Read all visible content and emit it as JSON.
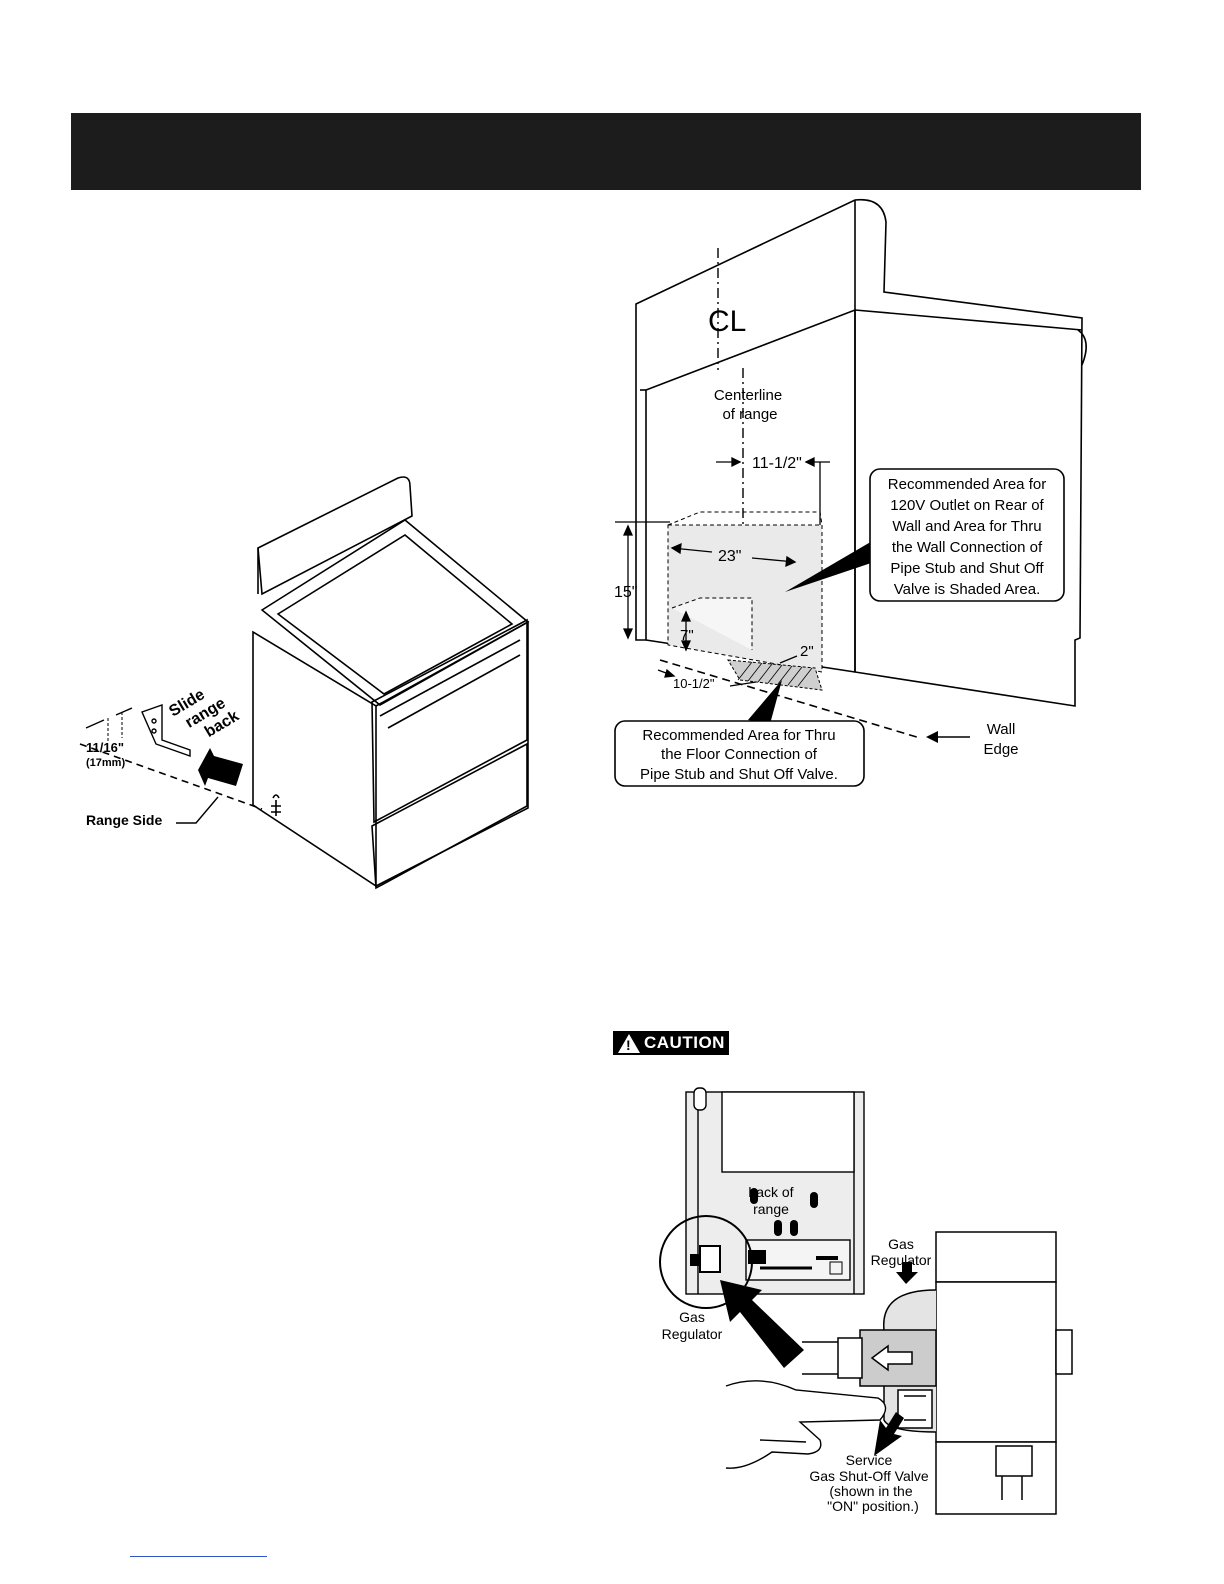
{
  "fig_range_side": {
    "dimension": "11/16\"",
    "dimension_metric": "(17mm)",
    "slide_line1": "Slide",
    "slide_line2": "range",
    "slide_line3": "back",
    "range_side": "Range Side"
  },
  "fig_outlet_area": {
    "centerline_symbol": "CL",
    "centerline_line1": "Centerline",
    "centerline_line2": "of range",
    "dim_11_5": "11-1/2\"",
    "dim_23": "23\"",
    "dim_15": "15\"",
    "dim_7": "7\"",
    "dim_2": "2\"",
    "dim_10_5": "10-1/2\"",
    "wall_callout": [
      "Recommended Area for",
      "120V Outlet on Rear of",
      "Wall and Area for Thru",
      "the Wall Connection of",
      "Pipe Stub and Shut Off",
      "Valve is Shaded Area."
    ],
    "floor_callout": [
      "Recommended Area for Thru",
      "the Floor Connection of",
      "Pipe Stub and Shut Off Valve."
    ],
    "wall_edge_line1": "Wall",
    "wall_edge_line2": "Edge"
  },
  "caution": {
    "label": "CAUTION"
  },
  "fig_regulator": {
    "back_line1": "back of",
    "back_line2": "range",
    "gas_reg_left_1": "Gas",
    "gas_reg_left_2": "Regulator",
    "gas_reg_right_1": "Gas",
    "gas_reg_right_2": "Regulator",
    "valve_lines": [
      "Service",
      "Gas Shut-Off Valve",
      "(shown in the",
      "\"ON\" position.)"
    ]
  }
}
